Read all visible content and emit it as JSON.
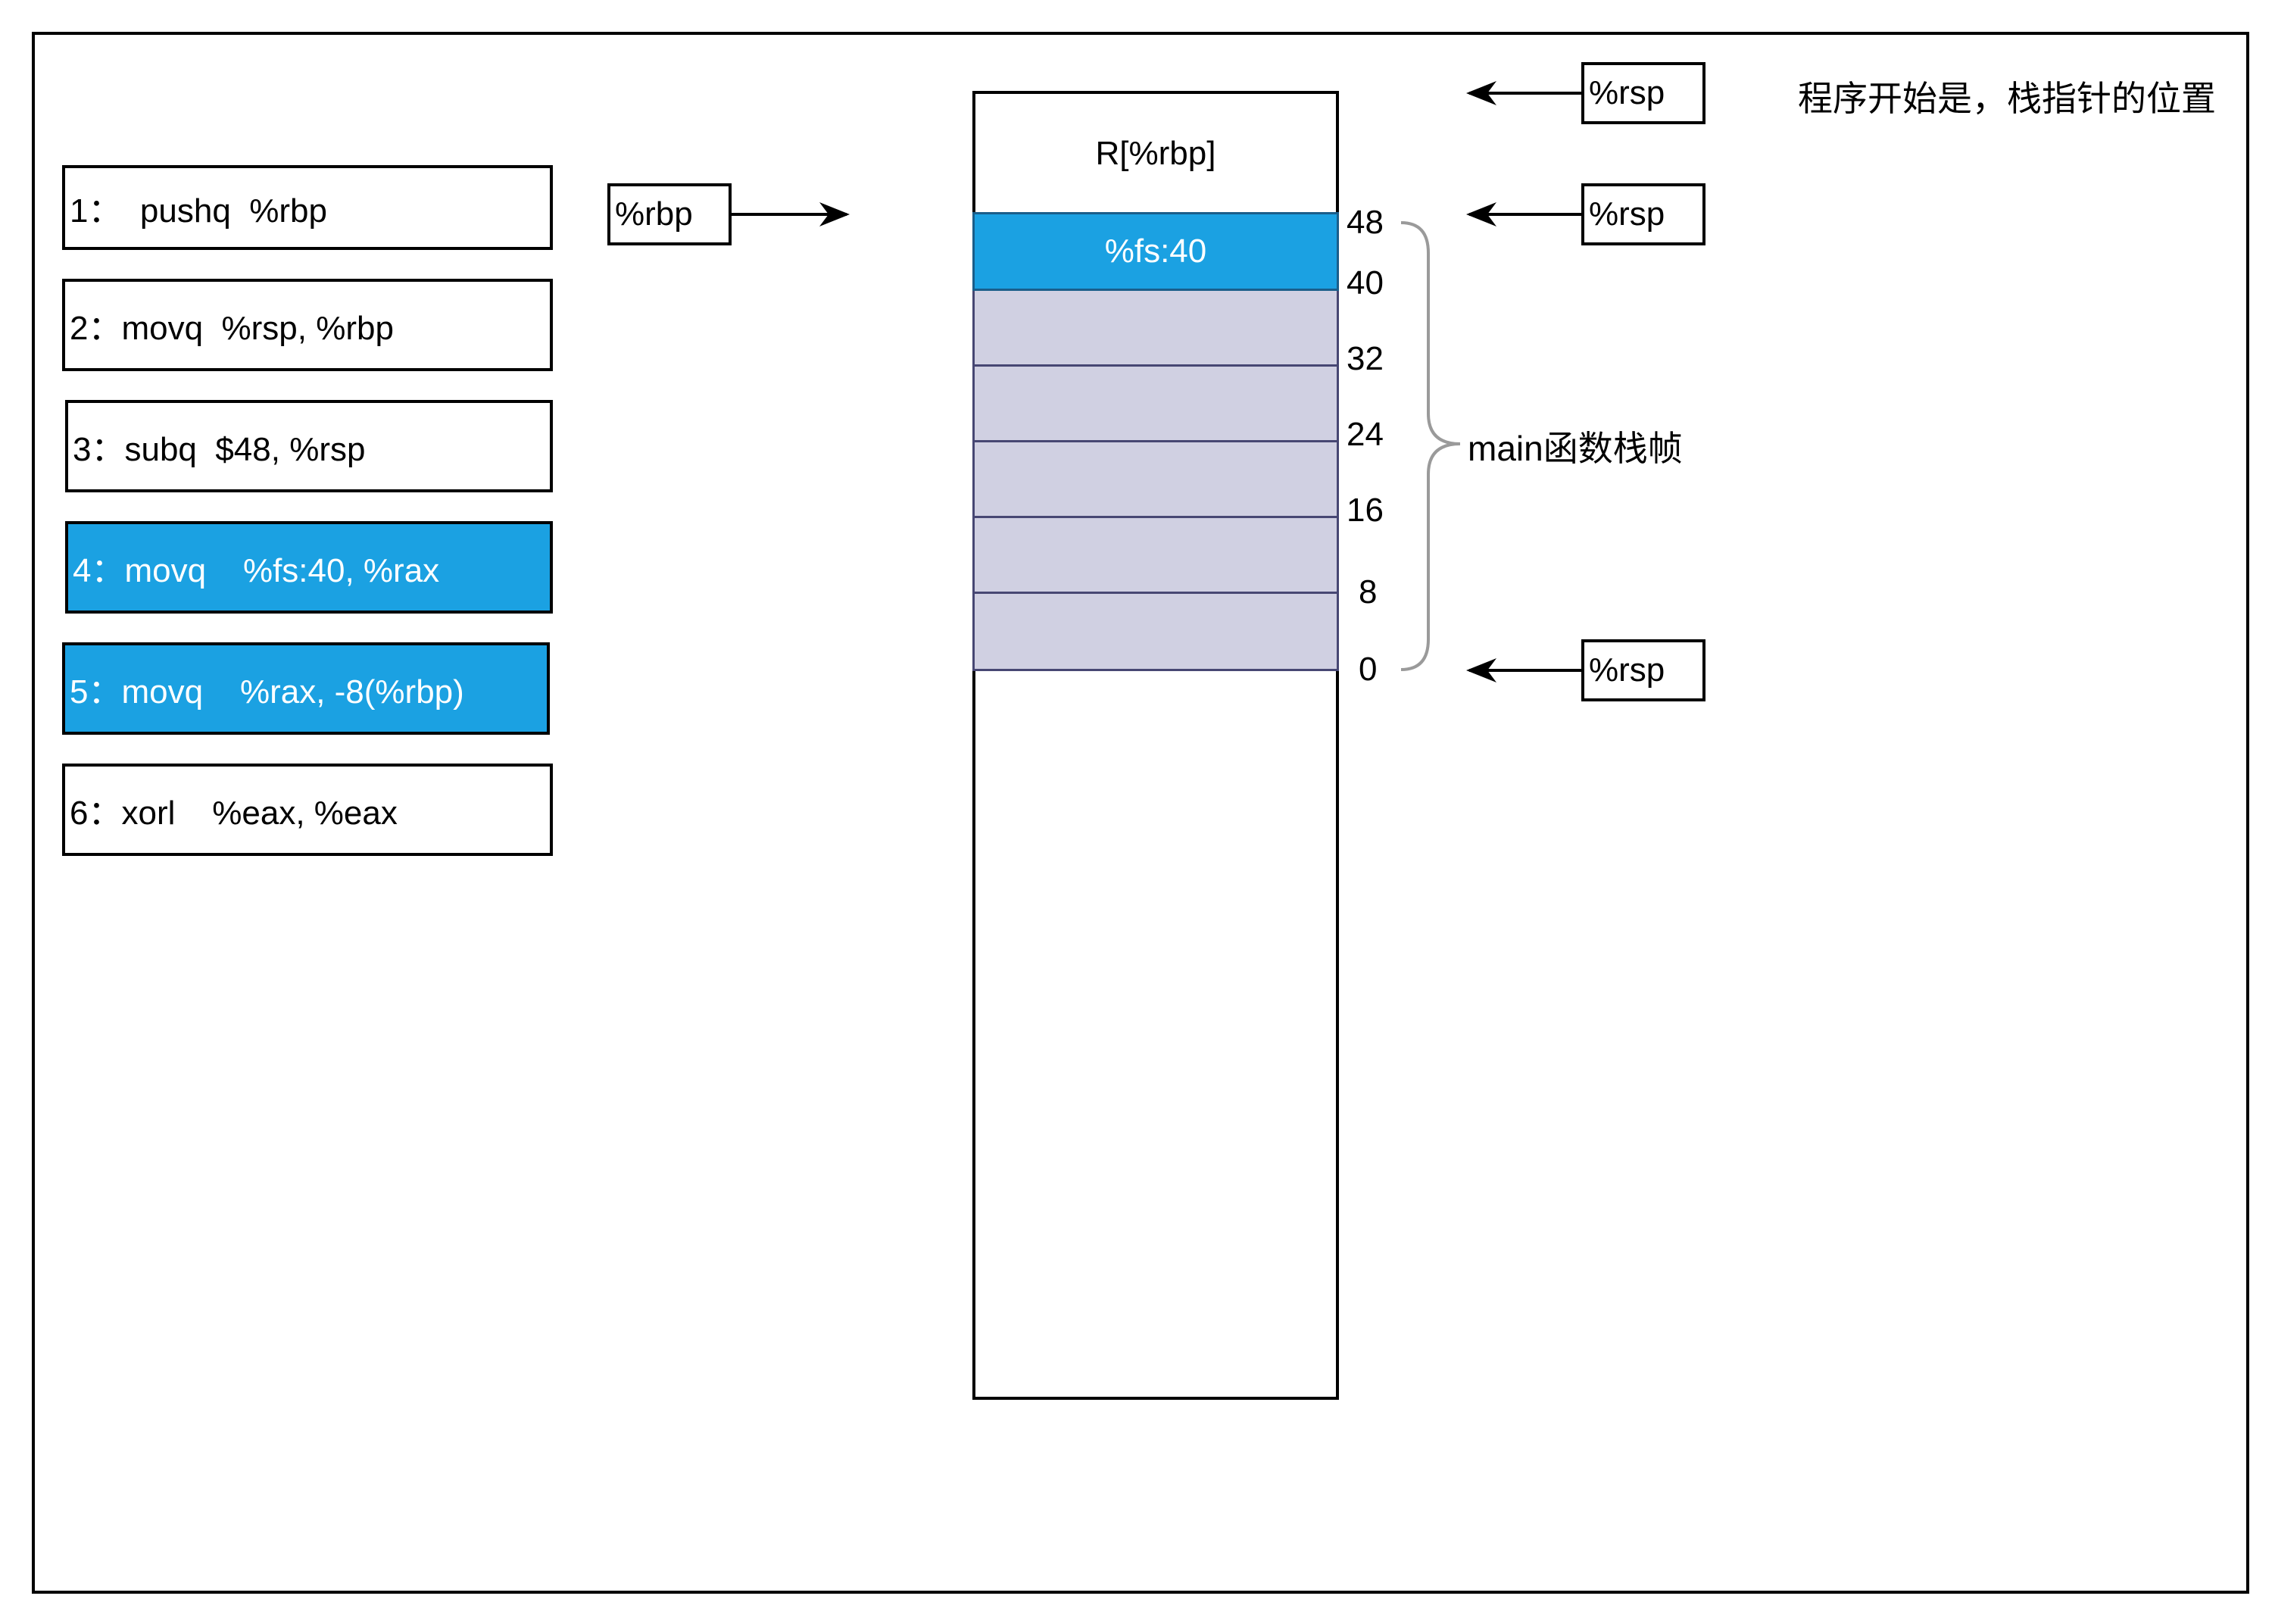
{
  "instructions": [
    {
      "label": "1：  pushq  %rbp",
      "highlight": false
    },
    {
      "label": "2：movq  %rsp, %rbp",
      "highlight": false
    },
    {
      "label": "3：subq  $48, %rsp",
      "highlight": false
    },
    {
      "label": "4：movq    %fs:40, %rax",
      "highlight": true
    },
    {
      "label": "5：movq    %rax, -8(%rbp)",
      "highlight": true
    },
    {
      "label": "6：xorl    %eax, %eax",
      "highlight": false
    }
  ],
  "rbp_label": "%rbp",
  "stack": {
    "top_cell": "R[%rbp]",
    "fs_cell": "%fs:40",
    "offsets": [
      "48",
      "40",
      "32",
      "24",
      "16",
      "8",
      "0"
    ],
    "frame_label": "main函数栈帧"
  },
  "rsp_labels": [
    "%rsp",
    "%rsp",
    "%rsp"
  ],
  "note": "程序开始是，栈指针的位置",
  "colors": {
    "highlight": "#1ba1e2",
    "stack_cell": "#d0d0e2",
    "stack_border": "#474773"
  }
}
